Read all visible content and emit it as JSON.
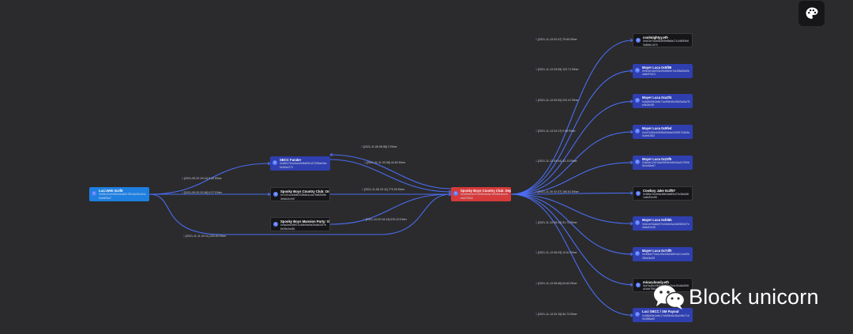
{
  "nodes": [
    {
      "id": "src",
      "name": "Luci.Web 0x2f8",
      "address": "0x0f3c21a7e59d4bc82e7f615a09d1b3c64e8f25a7",
      "style": "src"
    },
    {
      "id": "sbcc",
      "name": "SBCC Funder",
      "address": "0x48d17f2cc5a34e9b8061d72f39a04be5c816e273",
      "style": "blue"
    },
    {
      "id": "spooky1",
      "name": "Spooky Boys Country Club: Ori...",
      "address": "0x7c91a4e5d8203fb6e1c4a79d52f08b3e6a14c9d7",
      "style": "dark"
    },
    {
      "id": "spooky2",
      "name": "Spooky Boys Mansion Party: Ori...",
      "address": "0x5a2e83d9f71c46b04e9a25c8d13f7b6e09c2a481",
      "style": "dark"
    },
    {
      "id": "hub",
      "name": "Spooky Boys Country Club: Depl...",
      "address": "0xd35a94e27b1f08c6e3a7d25f914b0c8e6a72f3d1",
      "style": "red"
    },
    {
      "id": "t1",
      "name": "coolmightyy.eth",
      "address": "0xb21e7a4c9d3f05e8b6a17c2d49f3e80a5b6c1d74",
      "style": "dark"
    },
    {
      "id": "t2",
      "name": "Mayer Luca 0x5f86",
      "address": "0x9c3e18a7f2d40b65e9c7a1f38d2b60e4a5c97d13",
      "style": "blue"
    },
    {
      "id": "t3",
      "name": "Mayer Luca 0xa2f4",
      "address": "0x6d0f49b2e8c71a35f4d9e26b03c8a7f1e5b24c98",
      "style": "blue"
    },
    {
      "id": "t4",
      "name": "Mayer Luca 0x9fed",
      "address": "0x2a7c65e1b9f38d04c6a2e59f17d3b8a0c4e61f52",
      "style": "blue"
    },
    {
      "id": "t5",
      "name": "Mayer Luca 0x23f5",
      "address": "0x8e4b12d7c6a09f53e1b8d46a2c7f90b5e3d18a67",
      "style": "blue"
    },
    {
      "id": "t6",
      "name": "Cowboy Jake 0x2f97",
      "address": "0x3f9a70c2e5d48b16a9f3c27e04b6d81a5c92e4f0",
      "style": "dark"
    },
    {
      "id": "t7",
      "name": "Mayer Luca 0xfd6b",
      "address": "0x5c1e93a8d2f7b40e6c5a18d93f2b07e4a6c81d35",
      "style": "blue"
    },
    {
      "id": "t8",
      "name": "Mayer Luca 0x7df0",
      "address": "0x0b8d27f4a1c96e53b0d8f24a7c1e69b3f5a04d28",
      "style": "blue"
    },
    {
      "id": "t9",
      "name": "miraculously.eth",
      "address": "0xe7a45c19b3d80f26a7e4c91b5d3f08a2c6e75b14",
      "style": "dark"
    },
    {
      "id": "t10",
      "name": "Luci SBCC / SM Payout",
      "address": "0x4f6b83e2a9c17d05f4b6e38a2d9c71b0e3f85a69",
      "style": "blue"
    }
  ],
  "edges": [
    {
      "from": "src",
      "to": "sbcc",
      "n": "1",
      "label": "[2021-09-20 19:11] 9.40 Ether"
    },
    {
      "from": "src",
      "to": "spooky1",
      "n": "1",
      "label": "[2021-09-20 20:36] 0.27 Ether"
    },
    {
      "from": "src",
      "to": "hub",
      "n": "1",
      "label": "[2021-11-11 02:11] 200.00 Ether"
    },
    {
      "from": "hub",
      "to": "sbcc",
      "n": "1",
      "label": "[2021-11-08 08:58] 2 Ether"
    },
    {
      "from": "sbcc",
      "to": "hub",
      "n": "1",
      "label": "[2021-11-11 03:38] 44.84 Ether"
    },
    {
      "from": "spooky1",
      "to": "hub",
      "n": "1",
      "label": "[2021-11-08 22:11] 770.09 Ether"
    },
    {
      "from": "spooky2",
      "to": "hub",
      "n": "1",
      "label": "[2021-12-02 04:13] 676.10 Ether"
    },
    {
      "from": "hub",
      "to": "t1",
      "n": "1",
      "label": "[2021-11-13 02:47] 75.60 Ether"
    },
    {
      "from": "hub",
      "to": "t2",
      "n": "1",
      "label": "[2021-11-13 03:05] 122.71 Ether"
    },
    {
      "from": "hub",
      "to": "t3",
      "n": "1",
      "label": "[2021-11-13 03:20] 222.47 Ether"
    },
    {
      "from": "hub",
      "to": "t4",
      "n": "1",
      "label": "[2021-11-13 04:17] 0.98 Ether"
    },
    {
      "from": "hub",
      "to": "t5",
      "n": "1",
      "label": "[2021-11-13 04:44] 43.13 Ether"
    },
    {
      "from": "hub",
      "to": "t6",
      "n": "1",
      "label": "[2021-11-30 02:37] 180.61 Ether"
    },
    {
      "from": "hub",
      "to": "t7",
      "n": "1",
      "label": "[2021-11-13 06:13] 51.73 Ether"
    },
    {
      "from": "hub",
      "to": "t8",
      "n": "1",
      "label": "[2021-11-13 06:23] 12.61 Ether"
    },
    {
      "from": "hub",
      "to": "t9",
      "n": "1",
      "label": "[2021-11-13 06:46] 64.60 Ether"
    },
    {
      "from": "hub",
      "to": "t10",
      "n": "1",
      "label": "[2021-11-13 02:15] 84.72 Ether"
    }
  ],
  "chain_glyph": "Ξ",
  "toolbar": {
    "theme_icon": "palette-icon"
  },
  "watermark": {
    "text": "Block unicorn",
    "icon": "wechat-icon"
  }
}
